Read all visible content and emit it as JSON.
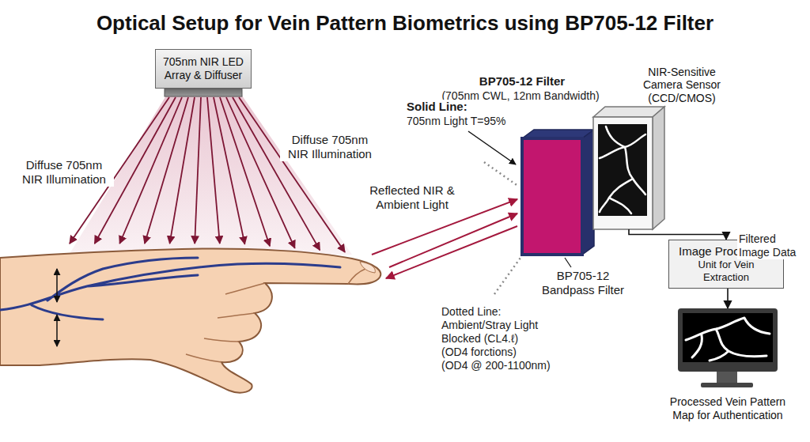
{
  "diagram": {
    "title": "Optical Setup for Vein Pattern Biometrics using BP705-12 Filter",
    "nodes": [
      {
        "text": [
          "705nm NIR LED Array & Diffuser"
        ]
      },
      {
        "text": [
          "NIR-Sensitive Camera Sensor (CCD/CMOS)"
        ]
      },
      {
        "text": [
          "Image Processing",
          "Unit for Vein Extraction"
        ]
      },
      {
        "text": [
          "Processed Vein Pattern Map for Authentication"
        ]
      }
    ],
    "edges": [
      {
        "from": 1,
        "to": 2,
        "arrow": "to",
        "label": "Filtered Image Data"
      },
      {
        "from": 2,
        "to": 3,
        "arrow": "to"
      }
    ],
    "labels": [
      "Diffuse 705nm NIR Illumination",
      "Diffuse 705nm NIR Illumination",
      "BP705-12 Filter",
      "(705nm CWL, 12nm Bandwidth)",
      "Solid Line:",
      "705nm Light T=95%",
      "Reflected NIR & Ambient Light",
      "BP705-12 Bandpass Filter",
      "Dotted Line:",
      "Ambient/Stray Light",
      "Blocked (CL4.ℓ)",
      "(OD4 forctions)",
      "(OD4 @ 200-1100nm)"
    ]
  }
}
